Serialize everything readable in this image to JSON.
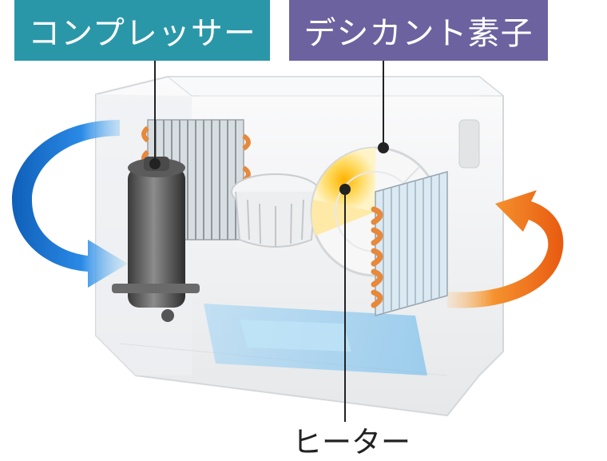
{
  "labels": {
    "compressor": "コンプレッサー",
    "desiccant": "デシカント素子",
    "heater": "ヒーター"
  },
  "colors": {
    "compressor_label_bg": "#2a97a9",
    "desiccant_label_bg": "#6c62a0",
    "cool_air": "#1c7fd6",
    "warm_air": "#f07a1a",
    "housing": "#f4f5f6",
    "coil": "#e8883a",
    "heater_glow": "#ffd24a"
  },
  "icons": {
    "left_arrow": "blue-airflow-arrow-icon",
    "right_arrow": "orange-airflow-arrow-icon"
  }
}
